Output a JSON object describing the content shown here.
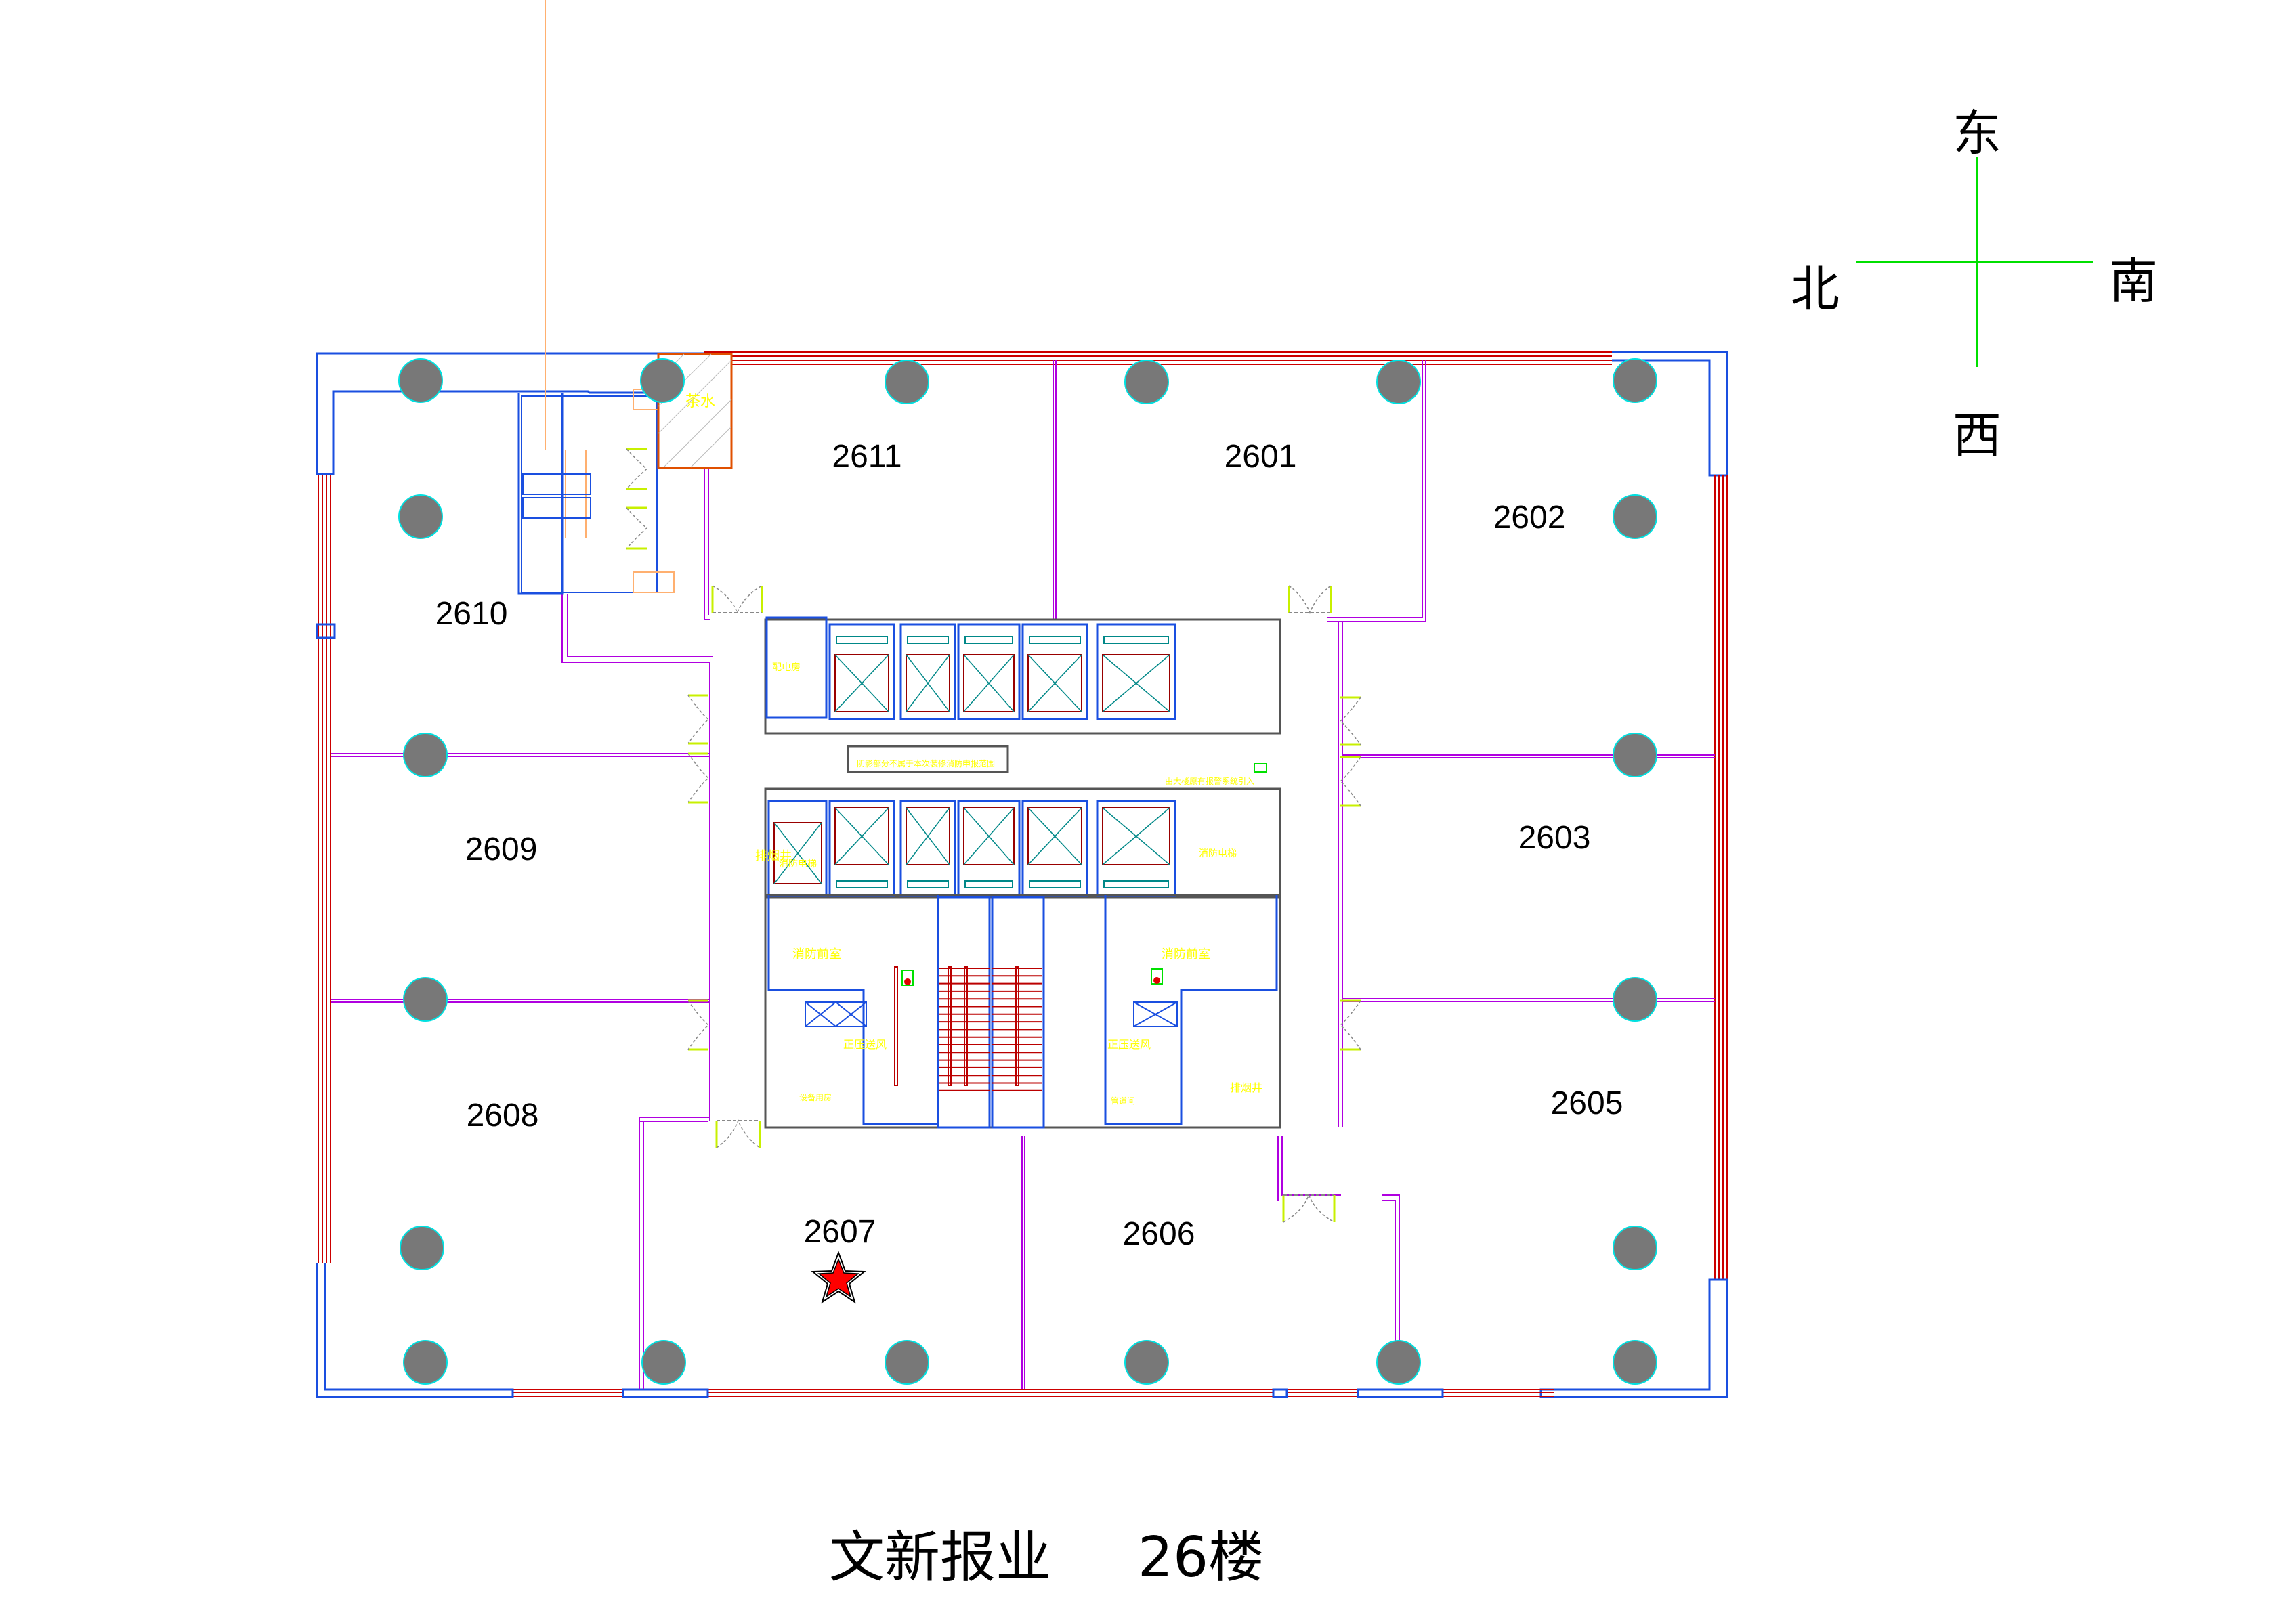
{
  "title": {
    "company": "文新报业",
    "floor": "26楼"
  },
  "compass": {
    "east": "东",
    "west": "西",
    "north": "北",
    "south": "南",
    "line_color": "#00e000"
  },
  "rooms": [
    {
      "id": "2611",
      "label": "2611"
    },
    {
      "id": "2601",
      "label": "2601"
    },
    {
      "id": "2602",
      "label": "2602"
    },
    {
      "id": "2610",
      "label": "2610"
    },
    {
      "id": "2609",
      "label": "2609"
    },
    {
      "id": "2603",
      "label": "2603"
    },
    {
      "id": "2608",
      "label": "2608"
    },
    {
      "id": "2605",
      "label": "2605"
    },
    {
      "id": "2607",
      "label": "2607",
      "marked": true
    },
    {
      "id": "2606",
      "label": "2606"
    }
  ],
  "core_labels": {
    "tea_room": "茶水",
    "power_room": "配电房",
    "notice": "阴影部分不属于本次装修消防申报范围",
    "alarm_note": "由大楼原有报警系统引入",
    "fire_elevator_left": "消防电梯",
    "fire_elevator_right": "消防电梯",
    "smoke_shaft_left": "排烟井",
    "smoke_shaft_right": "排烟井",
    "fire_lobby_left": "消防前室",
    "fire_lobby_right": "消防前室",
    "pressurization_left": "正压送风",
    "pressurization_right": "正压送风",
    "equipment_room": "设备用房",
    "pipe_room": "管道间"
  },
  "marker": {
    "icon": "star-icon",
    "room": "2607",
    "color": "#ff0000"
  },
  "colors": {
    "outer_wall": "#1a4fe0",
    "glass_wall": "#cc0000",
    "partition": "#b000e0",
    "column_fill": "#787878",
    "column_stroke": "#00e0e0",
    "core_annotation": "#ffff00",
    "door_leaf": "#c8f000"
  }
}
